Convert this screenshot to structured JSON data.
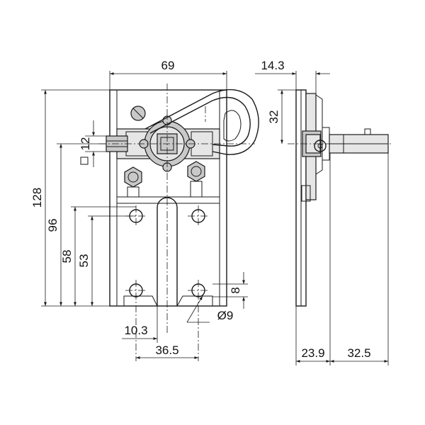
{
  "dimensions": {
    "width_top": "69",
    "side_top": "14.3",
    "height_total": "128",
    "height_96": "96",
    "height_58": "58",
    "height_53": "53",
    "height_12": "12",
    "side_32": "32",
    "slot_8": "8",
    "hole_dia": "Ø9",
    "offset_10_3": "10.3",
    "hole_spacing": "36.5",
    "side_23_9": "23.9",
    "side_32_5": "32.5"
  }
}
